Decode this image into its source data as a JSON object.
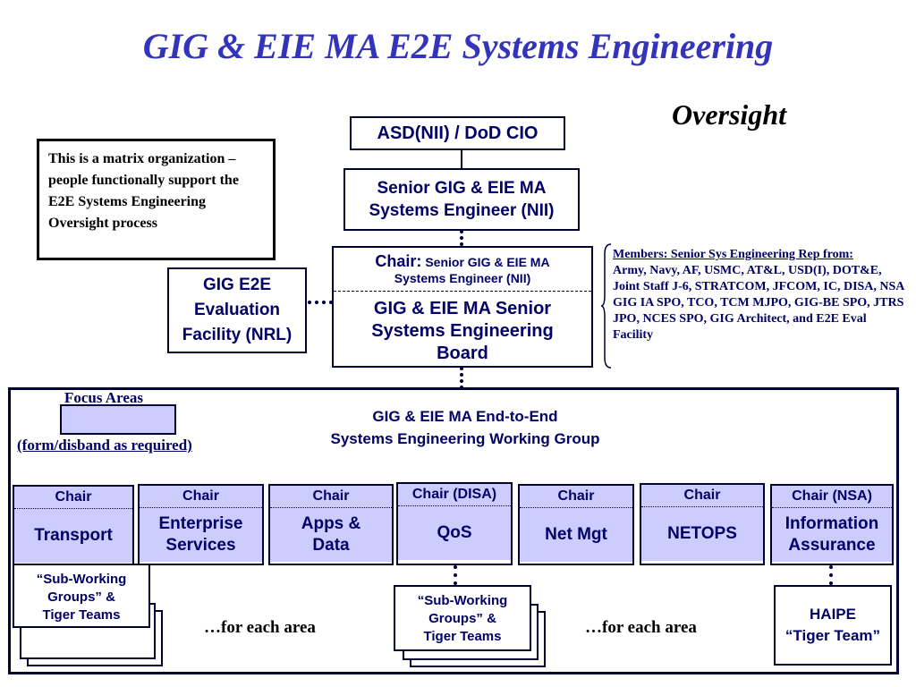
{
  "title": "GIG & EIE MA E2E Systems Engineering",
  "oversight": "Oversight",
  "note": "This is a matrix organization – people functionally support the E2E Systems Engineering Oversight process",
  "asd": "ASD(NII) / DoD CIO",
  "senior_se": {
    "line1": "Senior GIG & EIE MA",
    "line2": "Systems Engineer (NII)"
  },
  "board": {
    "chair_prefix": "Chair:",
    "chair_line1": "Senior GIG & EIE MA",
    "chair_line2": "Systems Engineer (NII)",
    "name_line1": "GIG & EIE MA Senior",
    "name_line2": "Systems Engineering",
    "name_line3": "Board"
  },
  "eval_facility": {
    "line1": "GIG E2E",
    "line2": "Evaluation",
    "line3": "Facility (NRL)"
  },
  "members": {
    "heading": "Members: Senior Sys Engineering Rep from:",
    "text": "Army, Navy, AF, USMC, AT&L, USD(I), DOT&E, Joint Staff J-6, STRATCOM, JFCOM, IC, DISA, NSA GIG IA SPO, TCO, TCM MJPO, GIG-BE SPO, JTRS JPO, NCES SPO, GIG Architect, and E2E Eval Facility"
  },
  "focus": {
    "label": "Focus Areas",
    "note": "(form/disband as required)"
  },
  "working_group": {
    "line1": "GIG & EIE MA End-to-End",
    "line2": "Systems Engineering Working Group"
  },
  "areas": [
    {
      "chair": "Chair",
      "line1": "Transport",
      "line2": ""
    },
    {
      "chair": "Chair",
      "line1": "Enterprise",
      "line2": "Services"
    },
    {
      "chair": "Chair",
      "line1": "Apps &",
      "line2": "Data"
    },
    {
      "chair": "Chair (DISA)",
      "line1": "QoS",
      "line2": ""
    },
    {
      "chair": "Chair",
      "line1": "Net Mgt",
      "line2": ""
    },
    {
      "chair": "Chair",
      "line1": "NETOPS",
      "line2": ""
    },
    {
      "chair": "Chair (NSA)",
      "line1": "Information",
      "line2": "Assurance"
    }
  ],
  "subgroups": {
    "line1": "“Sub-Working",
    "line2": "Groups” &",
    "line3": "Tiger Teams"
  },
  "for_each": "…for each area",
  "haipe": {
    "line1": "HAIPE",
    "line2": "“Tiger Team”"
  },
  "colors": {
    "title": "#3333bb",
    "box_text": "#000066",
    "fill": "#ccccff"
  }
}
